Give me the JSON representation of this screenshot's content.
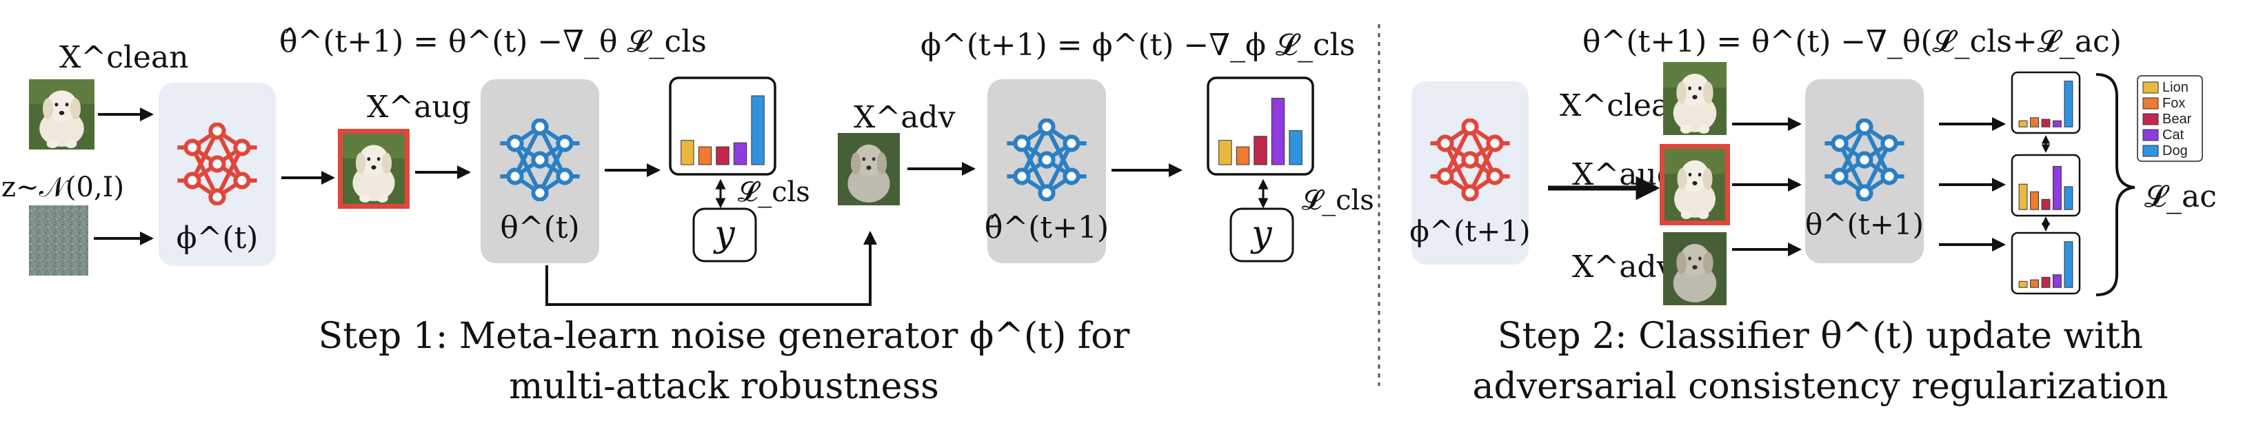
{
  "colors": {
    "generator": "#e0463a",
    "classifier": "#2b7fc4",
    "generator_box": "#e8edf6",
    "classifier_box": "#d4d4d4",
    "aug_border": "#e0463a",
    "noise": "#7d8e8a",
    "dog_light": "#efe9dd",
    "grass": "#4e6b35",
    "black": "#111111"
  },
  "inputs": {
    "clean": "X^clean",
    "noise": "z∼𝒩(0,I)"
  },
  "generator_step1": {
    "label": "ϕ^(t)",
    "icon": "neural-network-icon"
  },
  "aug_label": "X^aug",
  "formula_theta_hat": "θ̂^(t+1) = θ^(t) −∇_θ 𝓛_cls",
  "classifier_step1": {
    "label": "θ^(t)",
    "icon": "neural-network-icon"
  },
  "loss_cls": "𝓛_cls",
  "target": "y",
  "adv_label": "X^adv",
  "formula_phi": "ϕ^(t+1) = ϕ^(t) −∇_ϕ 𝓛_cls",
  "classifier_hat": {
    "label": "θ̂^(t+1)",
    "icon": "neural-network-icon"
  },
  "chart_data": [
    {
      "type": "bar",
      "categories": [
        "Lion",
        "Fox",
        "Bear",
        "Cat",
        "Dog"
      ],
      "values": [
        0.3,
        0.22,
        0.22,
        0.27,
        0.85
      ],
      "colors": [
        "#e9b93f",
        "#ef7a31",
        "#c2274e",
        "#8e3be0",
        "#2f93e0"
      ]
    },
    {
      "type": "bar",
      "categories": [
        "Lion",
        "Fox",
        "Bear",
        "Cat",
        "Dog"
      ],
      "values": [
        0.3,
        0.22,
        0.35,
        0.82,
        0.42
      ],
      "colors": [
        "#e9b93f",
        "#ef7a31",
        "#c2274e",
        "#8e3be0",
        "#2f93e0"
      ]
    },
    {
      "type": "bar",
      "categories": [
        "Lion",
        "Fox",
        "Bear",
        "Cat",
        "Dog"
      ],
      "values": [
        0.12,
        0.18,
        0.15,
        0.12,
        0.9
      ],
      "colors": [
        "#e9b93f",
        "#ef7a31",
        "#c2274e",
        "#8e3be0",
        "#2f93e0"
      ]
    },
    {
      "type": "bar",
      "categories": [
        "Lion",
        "Fox",
        "Bear",
        "Cat",
        "Dog"
      ],
      "values": [
        0.5,
        0.35,
        0.2,
        0.85,
        0.45
      ],
      "colors": [
        "#e9b93f",
        "#ef7a31",
        "#c2274e",
        "#8e3be0",
        "#2f93e0"
      ]
    },
    {
      "type": "bar",
      "categories": [
        "Lion",
        "Fox",
        "Bear",
        "Cat",
        "Dog"
      ],
      "values": [
        0.12,
        0.15,
        0.2,
        0.25,
        0.9
      ],
      "colors": [
        "#e9b93f",
        "#ef7a31",
        "#c2274e",
        "#8e3be0",
        "#2f93e0"
      ]
    }
  ],
  "caption1": {
    "line1": "Step 1: Meta-learn noise generator ϕ^(t) for",
    "line2": "multi-attack robustness"
  },
  "step2": {
    "formula": "θ^(t+1) = θ^(t) −∇_θ(𝓛_cls+𝓛_ac)",
    "generator": {
      "label": "ϕ^(t+1)",
      "icon": "neural-network-icon"
    },
    "inputs": {
      "clean": "X^clean",
      "aug": "X^aug",
      "adv": "X^adv"
    },
    "classifier": {
      "label": "θ^(t+1)",
      "icon": "neural-network-icon"
    },
    "legend": [
      "Lion",
      "Fox",
      "Bear",
      "Cat",
      "Dog"
    ],
    "loss_ac": "𝓛_ac"
  },
  "caption2": {
    "line1": "Step 2: Classifier θ^(t) update with",
    "line2": "adversarial consistency regularization"
  }
}
